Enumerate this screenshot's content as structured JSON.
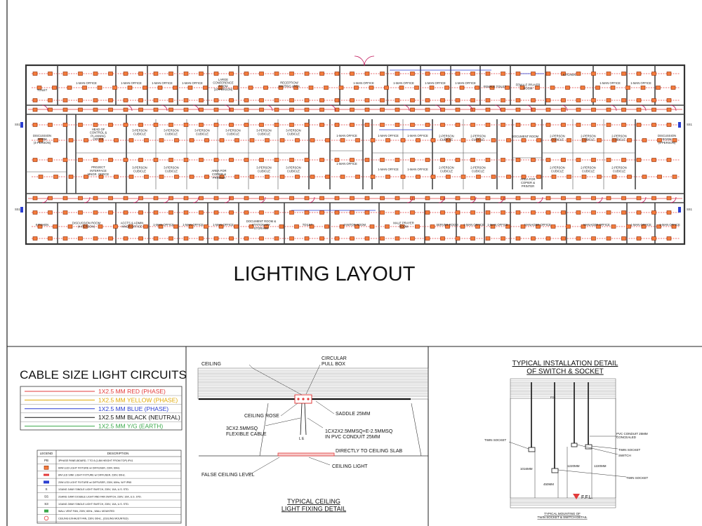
{
  "drawing": {
    "layout_title": "LIGHTING LAYOUT",
    "rooms_top": [
      {
        "label": "TOILET"
      },
      {
        "label": "1-MAN OFFICE"
      },
      {
        "label": "1-MAN OFFICE"
      },
      {
        "label": "1-MAN OFFICE"
      },
      {
        "label": "1-MAN OFFICE"
      },
      {
        "label": "LARGE CONFERENCE ROOM (10-PERSON)"
      },
      {
        "label": "RECEPTION/ WAITING AREA"
      },
      {
        "label": "1-MAN OFFICE"
      },
      {
        "label": "1-MAN OFFICE"
      },
      {
        "label": "1-MAN OFFICE"
      },
      {
        "label": "1-MAN OFFICE"
      },
      {
        "label": "FEMALE TOILET"
      },
      {
        "label": "FEMALE PRAYER ROOM"
      },
      {
        "label": "KITCHEN"
      },
      {
        "label": "1-MAN OFFICE"
      },
      {
        "label": "1-MAN OFFICE"
      }
    ],
    "rooms_mid": [
      {
        "label": "DISCUSSION ROOM (4-PERSON)"
      },
      {
        "label": "HEAD OF CONTROL & PLANNING OFFICE"
      },
      {
        "label": "PROJECT INTERFACE MNGR. OFFICE"
      },
      {
        "label": "3-PERSON CUBICLE"
      },
      {
        "label": "3-PERSON CUBICLE"
      },
      {
        "label": "3-PERSON CUBICLE"
      },
      {
        "label": "3-PERSON CUBICLE"
      },
      {
        "label": "3-PERSON CUBICLE"
      },
      {
        "label": "3-PERSON CUBICLE"
      },
      {
        "label": "3-PERSON CUBICLE"
      },
      {
        "label": "3-PERSON CUBICLE"
      },
      {
        "label": "AREA FOR COPIER & PRINTER"
      },
      {
        "label": "3-PERSON CUBICLE"
      },
      {
        "label": "3-PERSON CUBICLE"
      },
      {
        "label": "1-MAN OFFICE"
      },
      {
        "label": "1-MAN OFFICE"
      },
      {
        "label": "1-MAN OFFICE"
      },
      {
        "label": "1-MAN OFFICE"
      },
      {
        "label": "1-MAN OFFICE"
      },
      {
        "label": "1-MAN OFFICE"
      },
      {
        "label": "2-PERSON CUBICLE"
      },
      {
        "label": "2-PERSON CUBICLE"
      },
      {
        "label": "2-PERSON CUBICLE"
      },
      {
        "label": "2-PERSON CUBICLE"
      },
      {
        "label": "DOCUMENT ROOM"
      },
      {
        "label": "AREA FOR COPIER & PRINTER"
      },
      {
        "label": "2-PERSON CUBICLE"
      },
      {
        "label": "2-PERSON CUBICLE"
      },
      {
        "label": "2-PERSON CUBICLE"
      },
      {
        "label": "2-PERSON CUBICLE"
      },
      {
        "label": "2-PERSON CUBICLE"
      },
      {
        "label": "2-PERSON CUBICLE"
      },
      {
        "label": "DISCUSSION ROOM (4-PERSON)"
      }
    ],
    "rooms_bottom": [
      {
        "label": "KITCHEN"
      },
      {
        "label": "DISCUSSION ROOM (4-PERSON)"
      },
      {
        "label": "ACCTS & ADMIN MNGR OFFICE"
      },
      {
        "label": "1-MAN OFFICE"
      },
      {
        "label": "1-MAN OFFICE"
      },
      {
        "label": "1-MAN OFFICE"
      },
      {
        "label": "DOCUMENT ROOM & STATIONARY STORAGE"
      },
      {
        "label": "TOILET"
      },
      {
        "label": "JANITOR ROOM"
      },
      {
        "label": "MALE PRAYER ROOM"
      },
      {
        "label": "SERVER ROOM"
      },
      {
        "label": "1-MAN OFFICE"
      },
      {
        "label": "1-MAN OFFICE"
      },
      {
        "label": "MANAGER OFFICE"
      },
      {
        "label": "MANAGER OFFICE"
      },
      {
        "label": "1-MAN OFFICE"
      },
      {
        "label": "1-MAN OFFICE"
      }
    ],
    "side_tags": [
      "SS1",
      "SS1",
      "SS1",
      "SS1"
    ]
  },
  "cable_legend": {
    "title": "CABLE SIZE LIGHT CIRCUITS",
    "rows": [
      {
        "label": "1X2.5 MM RED (PHASE)",
        "color": "#e23b3b"
      },
      {
        "label": "1X2.5 MM YELLOW (PHASE)",
        "color": "#e0a800"
      },
      {
        "label": "1X2.5 MM BLUE (PHASE)",
        "color": "#2b3fd1"
      },
      {
        "label": "1X2.5 MM BLACK (NEUTRAL)",
        "color": "#111111"
      },
      {
        "label": "1X2.5 MM Y/G (EARTH)",
        "color": "#3aa84a"
      }
    ]
  },
  "symbol_legend": {
    "header_legend": "LEGEND",
    "header_description": "DESCRIPTION",
    "rows": [
      {
        "symbol": "PB",
        "description": "3PHASE PANELBOARD, 7 TO 8 (1.8M HEIGHT FROM TOP) IP41"
      },
      {
        "symbol": "lamp",
        "description": "60W LED LIGHT FIXTURE w/ DIFFUSER, 230V, 60Hz."
      },
      {
        "symbol": "sink",
        "description": "8W LED SINK LIGHT FIXTURE w/ DIFFUSER, 230V, 60Hz."
      },
      {
        "symbol": "wall",
        "description": "20W LED LIGHT FIXTURE w/ DIFFUSER, 230V, 60Hz, W.P IP65"
      },
      {
        "symbol": "S",
        "description": "1GANG 1WAY SINGLE LIGHT SWITCH, 230V, 10A, U.S. STD."
      },
      {
        "symbol": "SS",
        "description": "2GANG 1WAY DOUBLE LIGHT AND FAN SWITCH, 230V, 10A, U.S. STD."
      },
      {
        "symbol": "S3",
        "description": "1GANG 2WAY SINGLE LIGHT SWITCH, 230V, 10A, U.S. STD."
      },
      {
        "symbol": "fan",
        "description": "WALL VENT FAN, 230V, 60Hz., WALL MOUNTED"
      },
      {
        "symbol": "ef",
        "description": "CEILING EXHAUST FAN, 230V, 60Hz., (CEILING MOUNTED)"
      }
    ]
  },
  "ceiling_detail": {
    "ceiling": "CEILING",
    "pull_box": "CIRCULAR\nPULL BOX",
    "saddle": "SADDLE 25MM",
    "ceiling_rose": "CEILING ROSE",
    "flex_cable": "3CX2.5MMSQ\nFLEXIBLE CABLE",
    "conduit": "1CX2X2.5MMSQ+E-2.5MMSQ\nIN PVC CONDUIT 25MM",
    "to_slab": "DIRECTLY TO CEILING SLAB",
    "ceiling_light": "CEILING LIGHT",
    "false_ceiling": "FALSE CEILING LEVEL",
    "le": "L E",
    "title": "TYPICAL CEILING\nLIGHT FIXING DETAIL"
  },
  "switch_detail": {
    "title": "TYPICAL INSTALLATION DETAIL\nOF SWITCH & SOCKET",
    "pvc": "PVC CONDUIT 25MM\nCONCEALED",
    "twin_socket_left": "TWIN SOCKET",
    "twin_socket_right": "TWIN SOCKET",
    "switch": "SWITCH",
    "twin_socket_low": "TWIN SOCKET",
    "dim1": "1016MM",
    "dim2": "1220MM",
    "dim3": "1220MM",
    "dim4": "450MM",
    "ffl": "F.F.L.",
    "fdl": "FDL",
    "caption": "TYPICAL MOUNTING OF\nTWIN SOCKET & SWITCH DETAIL"
  }
}
